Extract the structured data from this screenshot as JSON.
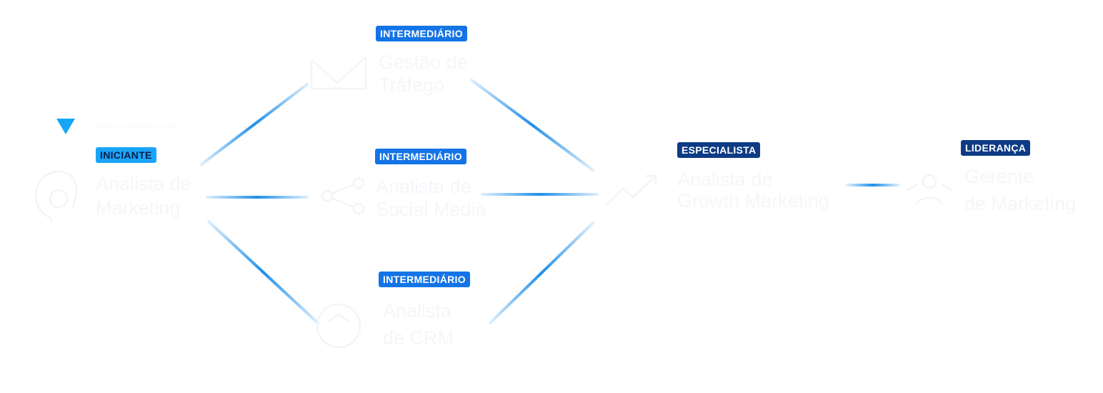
{
  "roles": {
    "analista_marketing": {
      "level": "INICIANTE",
      "title_line1": "Analista de",
      "title_line2": "Marketing"
    },
    "gestao_trafego": {
      "level": "INTERMEDIÁRIO",
      "title_line1": "Gestão de",
      "title_line2": "Tráfego"
    },
    "social_media": {
      "level": "INTERMEDIÁRIO",
      "title_line1": "Analista de",
      "title_line2": "Social Media"
    },
    "crm": {
      "level": "INTERMEDIÁRIO",
      "title_line1": "Analista",
      "title_line2": "de CRM"
    },
    "growth": {
      "level": "ESPECIALISTA",
      "title_line1": "Analista de",
      "title_line2": "Growth Marketing"
    },
    "gerente": {
      "level": "LIDERANÇA",
      "title_line1": "Gerente",
      "title_line2": "de Marketing"
    }
  },
  "colors": {
    "iniciante": "#19a4f7",
    "intermediario": "#1474e6",
    "especialista": "#0d3b85",
    "lideranca": "#0d3b85",
    "connector": "#1f8fea",
    "marker": "#16a6f6"
  },
  "icons": {
    "analista_marketing": "head-profile-icon",
    "gestao_trafego": "traffic-funnel-icon",
    "social_media": "share-icon",
    "crm": "crm-circle-icon",
    "growth": "growth-chart-icon",
    "gerente": "team-icon"
  }
}
